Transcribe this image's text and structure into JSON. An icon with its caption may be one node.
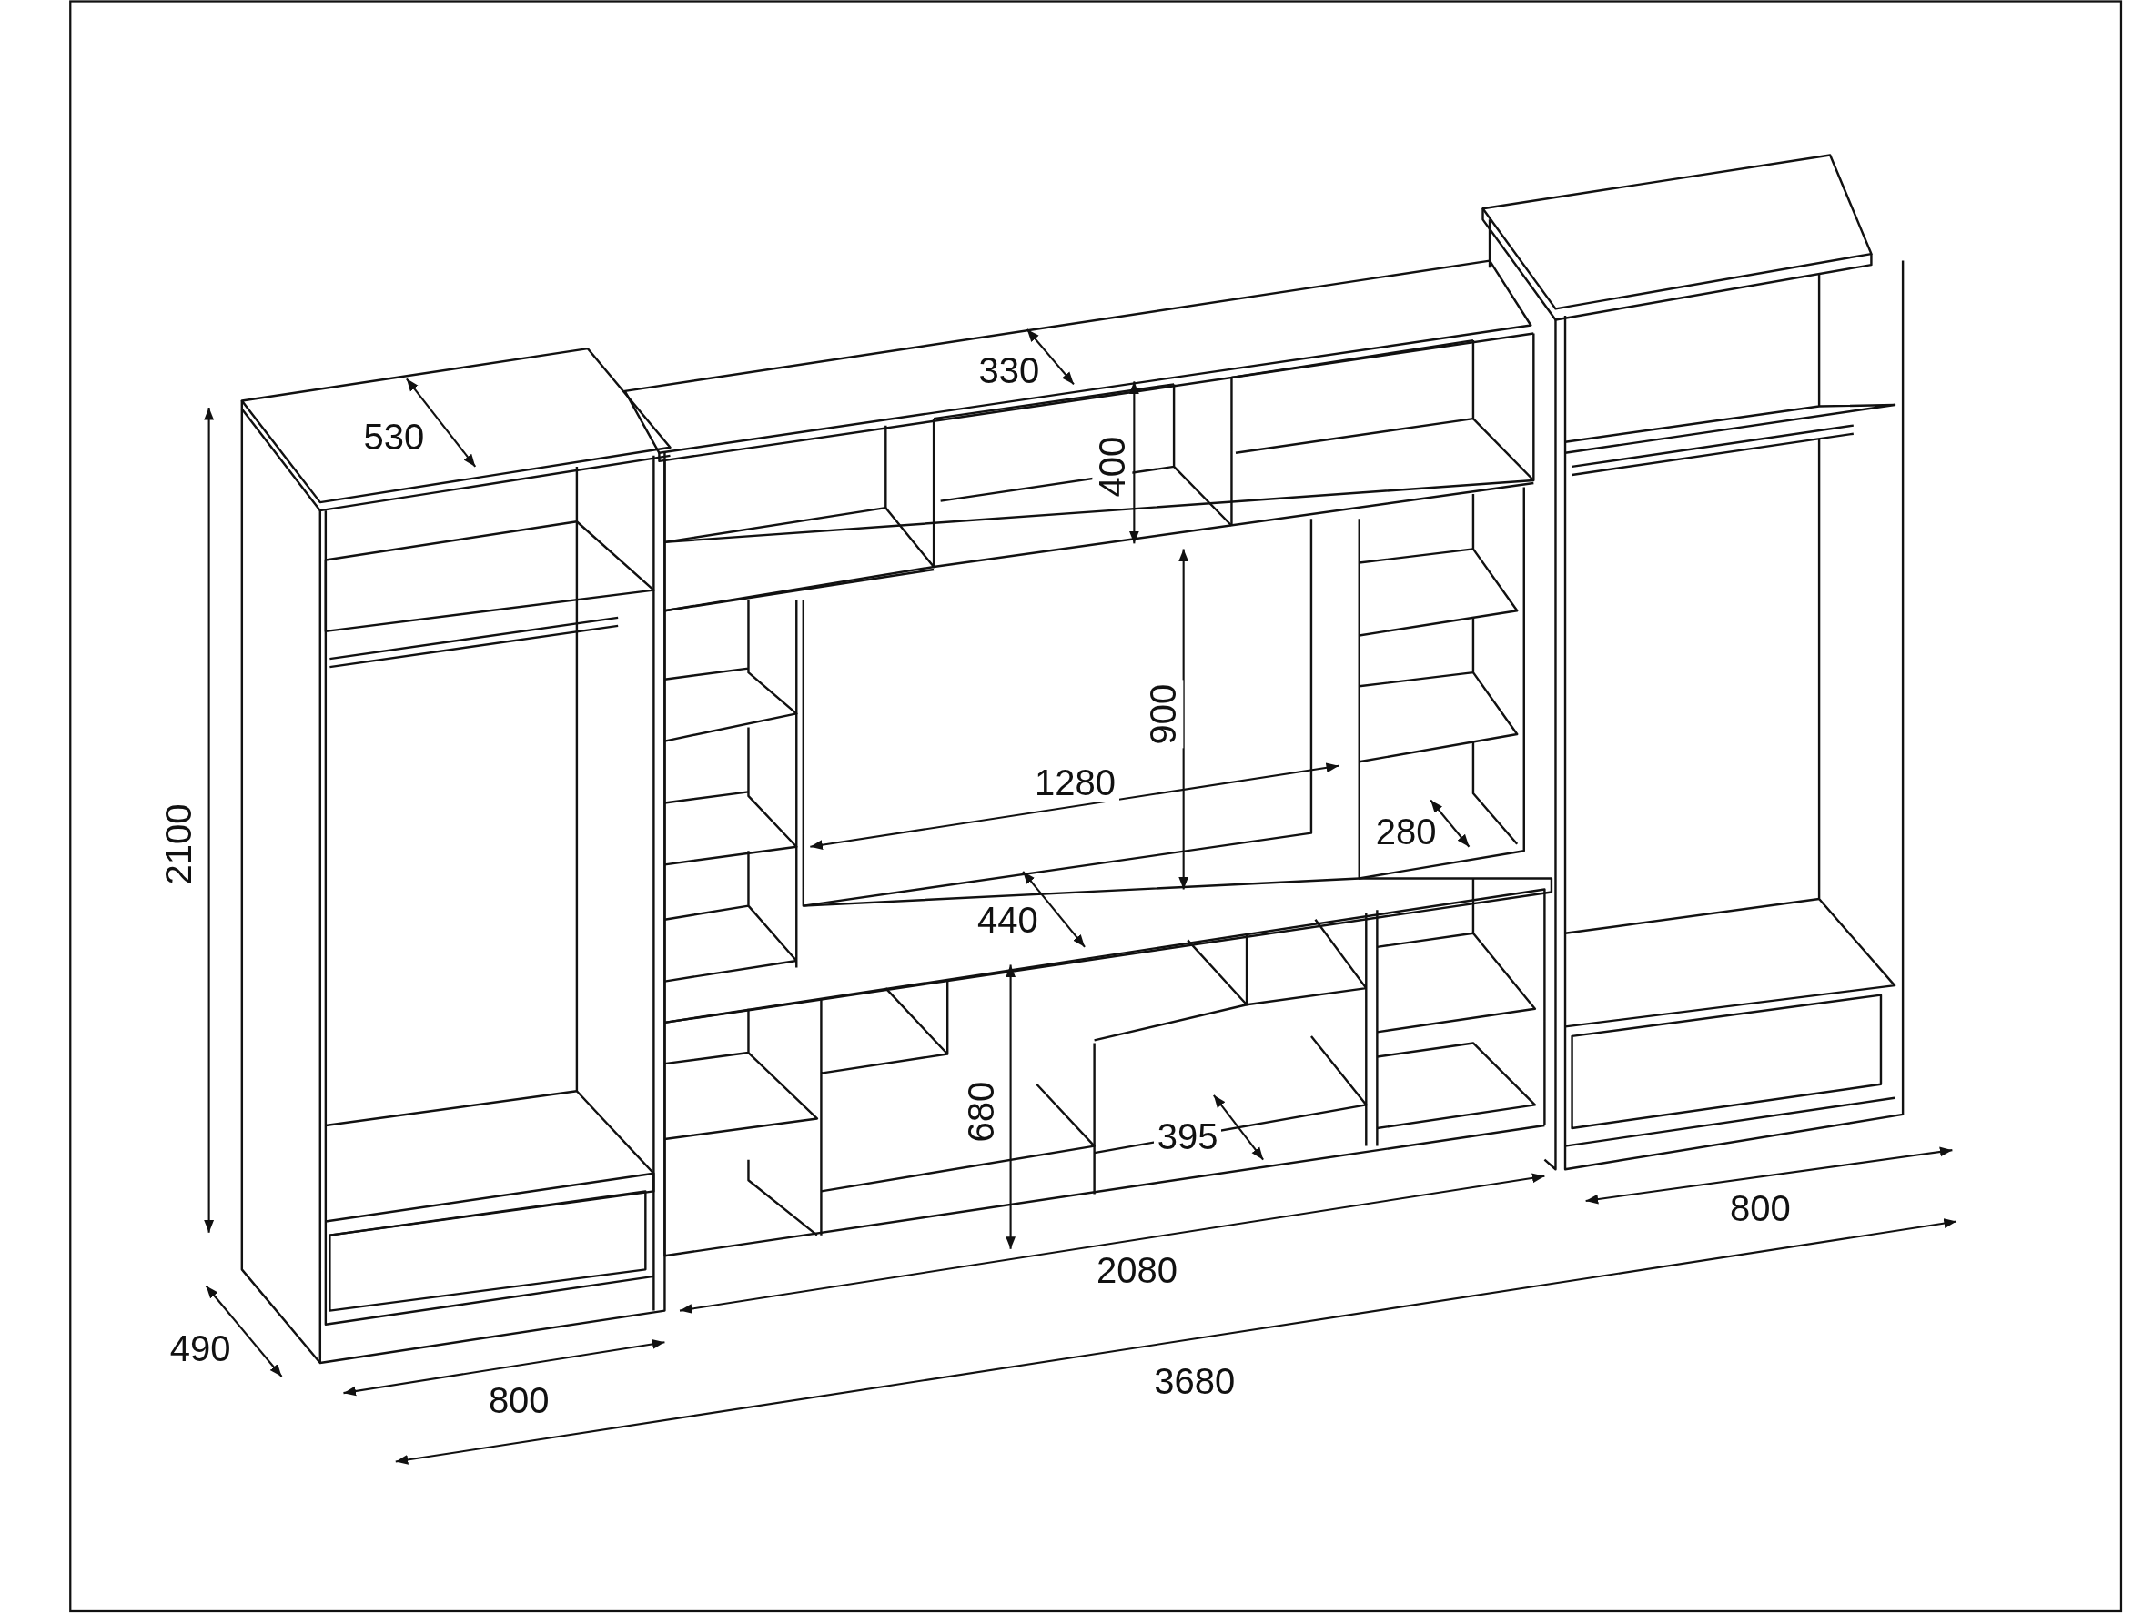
{
  "diagram": {
    "labels": [
      "330",
      "530",
      "400",
      "900",
      "1280",
      "2100",
      "280",
      "440",
      "680",
      "395",
      "800",
      "2080",
      "490",
      "3680",
      "800"
    ]
  }
}
